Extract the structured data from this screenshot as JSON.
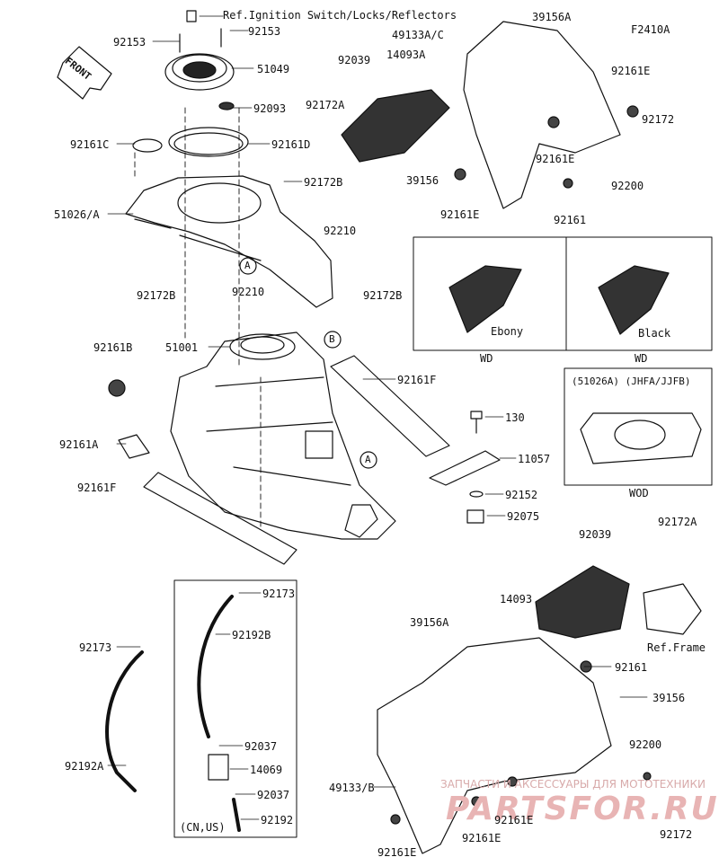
{
  "diagram_code": "F2410A",
  "front_label": "FRONT",
  "watermark": {
    "brand_left": "PARTS",
    "brand_right": "FOR",
    "brand_tld": ".RU",
    "tagline": "ЗАПЧАСТИ И АКСЕССУАРЫ ДЛЯ МОТОТЕХНИКИ"
  },
  "callouts": {
    "ref_ignition": "Ref.Ignition Switch/Locks/Reflectors",
    "p92153_a": "92153",
    "p92153_b": "92153",
    "p51049": "51049",
    "p92093": "92093",
    "p92161C": "92161C",
    "p92161D": "92161D",
    "p92172B_a": "92172B",
    "p51026A": "51026/A",
    "p92210_a": "92210",
    "p92172B_b": "92172B",
    "p92172B_c": "92172B",
    "p92210_b": "92210",
    "p51001": "51001",
    "p92161B": "92161B",
    "p92161F_a": "92161F",
    "p130": "130",
    "p11057": "11057",
    "p92161A": "92161A",
    "p92152": "92152",
    "p92161F_b": "92161F",
    "p92075": "92075",
    "p92173_a": "92173",
    "p92192B": "92192B",
    "p92173_b": "92173",
    "p92037_a": "92037",
    "p14069": "14069",
    "p92192A": "92192A",
    "p92037_b": "92037",
    "p92192": "92192",
    "cn_us": "(CN,US)",
    "p39156A_top": "39156A",
    "p49133AC": "49133A/C",
    "p92039_top": "92039",
    "p14093A": "14093A",
    "p92161E_a": "92161E",
    "p92172A_top": "92172A",
    "p92172_top": "92172",
    "p39156_top": "39156",
    "p92161E_b": "92161E",
    "p92200_top": "92200",
    "p92161E_c": "92161E",
    "p92161_top": "92161",
    "ebony": "Ebony",
    "black": "Black",
    "wd_a": "WD",
    "wd_b": "WD",
    "p51026A_box": "(51026A) (JHFA/JJFB)",
    "wod": "WOD",
    "p92039_bot": "92039",
    "p92172A_bot": "92172A",
    "p14093": "14093",
    "ref_frame": "Ref.Frame",
    "p39156A_bot": "39156A",
    "p92161_bot": "92161",
    "p39156_bot": "39156",
    "p92200_bot": "92200",
    "p49133B": "49133/B",
    "p92161E_d": "92161E",
    "p92161E_e": "92161E",
    "p92161E_f": "92161E",
    "p92172_bot": "92172",
    "ref_a1": "A",
    "ref_b1": "B",
    "ref_a2": "A"
  }
}
